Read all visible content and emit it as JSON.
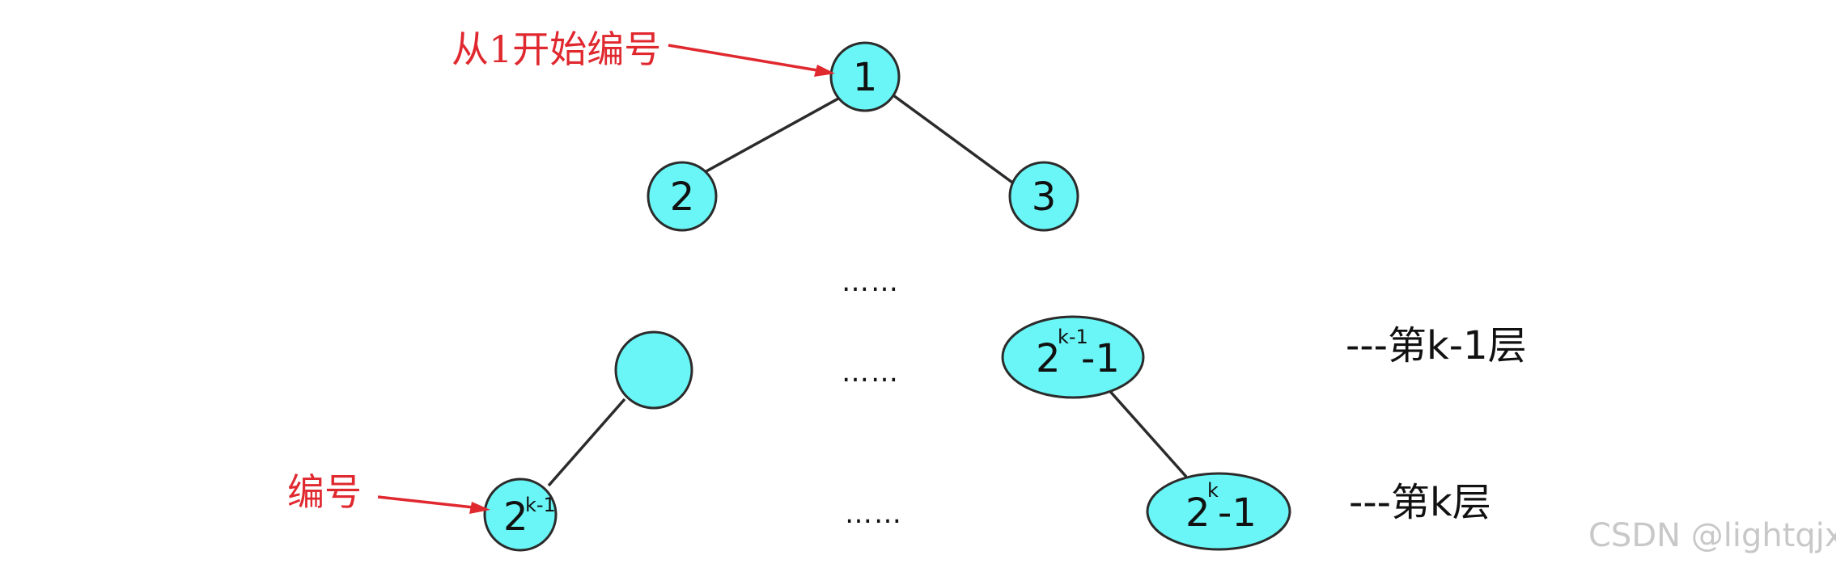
{
  "annotations": {
    "root_note": "从1开始编号",
    "leaf_note": "编号"
  },
  "nodes": {
    "root": "1",
    "left_child": "2",
    "right_child": "3",
    "level_k_minus_1_node": {
      "base": "2",
      "exponent": "k-1",
      "suffix": "-1"
    },
    "level_k_right_node": {
      "base": "2",
      "exponent": "k",
      "suffix": "-1"
    },
    "level_k_left_node": {
      "base": "2",
      "exponent": "k-1"
    }
  },
  "ellipsis": {
    "middle": "……",
    "level_k_minus_1": "……",
    "level_k": "……"
  },
  "levels": {
    "k_minus_1": "---第k-1层",
    "k": "---第k层"
  },
  "watermark": "CSDN @lightqjx",
  "colors": {
    "node_fill": "#6af6f6",
    "node_stroke": "#2b2b2b",
    "annotation": "#e0282f",
    "watermark": "#c8c8c8"
  }
}
